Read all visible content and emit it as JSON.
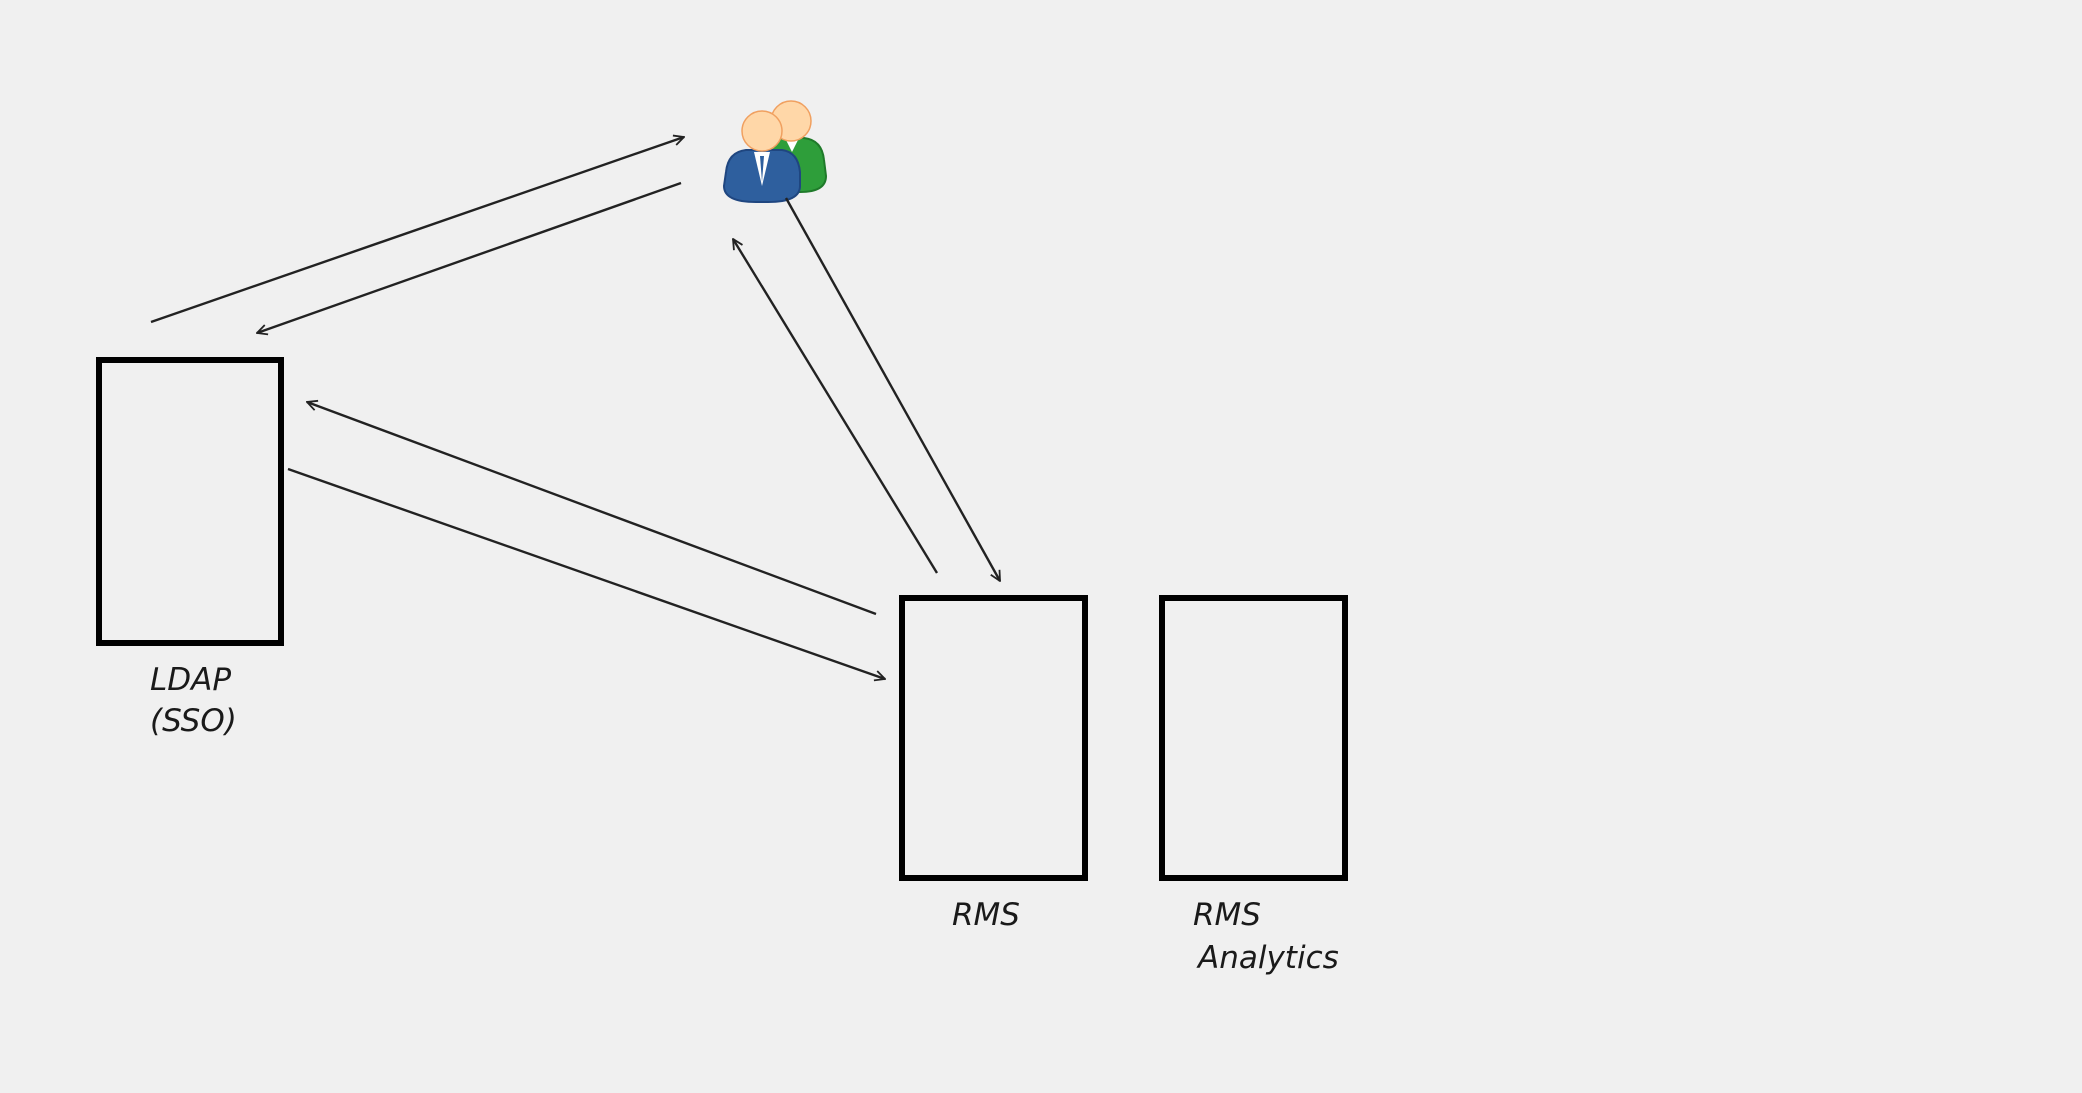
{
  "colors": {
    "background": "#f0f0f0",
    "box_stroke": "#000000",
    "arrow_stroke": "#222222",
    "user_front_suit": "#2e5f9e",
    "user_back_suit": "#2e9e3a",
    "user_skin": "#ffd7a8"
  },
  "icons": {
    "users": "users-group-icon"
  },
  "nodes": {
    "ldap": {
      "line1": "LDAP",
      "line2": "(SSO)"
    },
    "rms": {
      "line1": "RMS"
    },
    "rms_analytics": {
      "line1": "RMS",
      "line2": "Analytics"
    }
  },
  "edges": [
    {
      "id": "ldap-to-users",
      "from": "ldap",
      "to": "users"
    },
    {
      "id": "users-to-ldap",
      "from": "users",
      "to": "ldap"
    },
    {
      "id": "rms-to-users",
      "from": "rms",
      "to": "users"
    },
    {
      "id": "users-to-rms",
      "from": "users",
      "to": "rms"
    },
    {
      "id": "rms-to-ldap",
      "from": "rms",
      "to": "ldap"
    },
    {
      "id": "ldap-to-rms",
      "from": "ldap",
      "to": "rms"
    }
  ]
}
